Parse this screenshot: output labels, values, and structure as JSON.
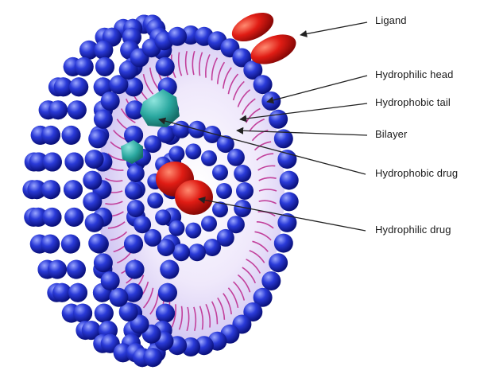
{
  "labels": {
    "ligand": "Ligand",
    "hydrophilic_head": "Hydrophilic head",
    "hydrophobic_tail": "Hydrophobic tail",
    "bilayer": "Bilayer",
    "hydrophobic_drug": "Hydrophobic drug",
    "hydrophilic_drug": "Hydrophilic drug"
  },
  "colors": {
    "phospholipid_head": "#1c2cc4",
    "tail": "#c2409c",
    "aqueous_core": "#ece4fa",
    "ligand": "#d81810",
    "hydrophobic_drug": "#2aa8a0",
    "hydrophilic_drug": "#e01c14",
    "leader_line": "#222222"
  }
}
